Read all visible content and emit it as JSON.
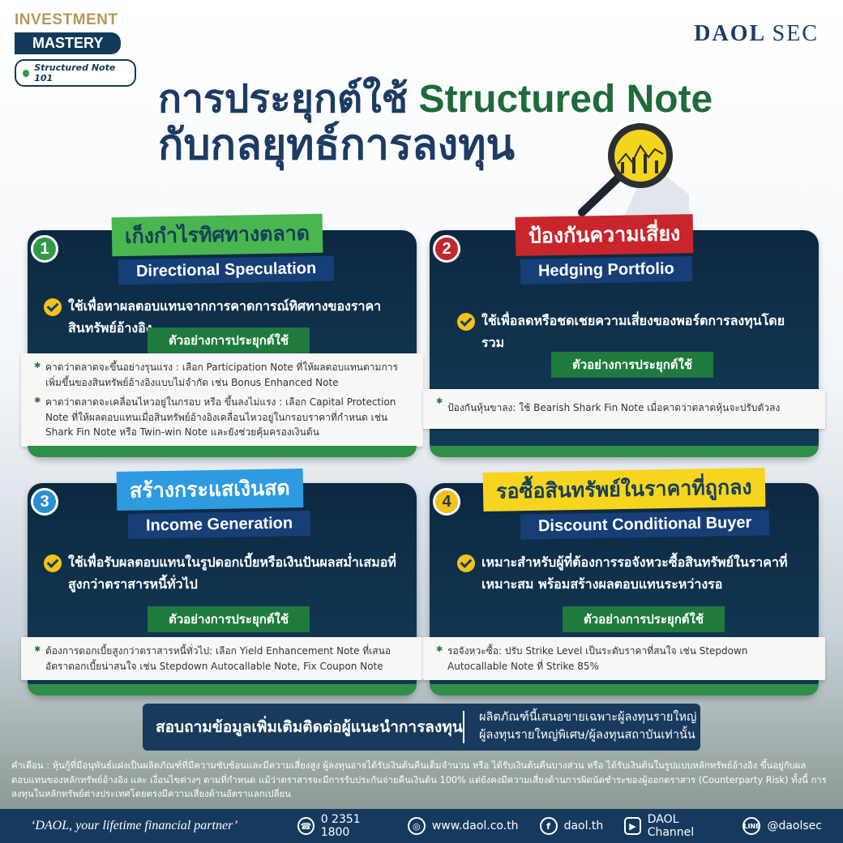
{
  "brand": {
    "investment": "INVESTMENT",
    "mastery": "MASTERY",
    "tag": "Structured Note 101",
    "logo_a": "DAOL",
    "logo_b": "SEC"
  },
  "title": {
    "line1_th": "การประยุกต์ใช้ ",
    "line1_en": "Structured Note",
    "line2": "กับกลยุทธ์การลงทุน"
  },
  "cards": [
    {
      "number": "1",
      "number_color": "#2e9b48",
      "title_th": "เก็งกำไรทิศทางตลาด",
      "title_th_bg": "#49b64f",
      "title_th_color": "#163f5a",
      "title_en": "Directional Speculation",
      "check_text": "ใช้เพื่อหาผลตอบแทนจากการคาดการณ์ทิศทางของราคาสินทรัพย์อ้างอิง",
      "example_label": "ตัวอย่างการประยุกต์ใช้",
      "items": [
        "คาดว่าตลาดจะขึ้นอย่างรุนแรง : เลือก Participation Note ที่ให้ผลตอบแทนตามการเพิ่มขึ้นของสินทรัพย์อ้างอิงแบบไม่จำกัด เช่น Bonus Enhanced Note",
        "คาดว่าตลาดจะเคลื่อนไหวอยู่ในกรอบ หรือ ขึ้นลงไม่แรง : เลือก Capital Protection Note ที่ให้ผลตอบแทนเมื่อสินทรัพย์อ้างอิงเคลื่อนไหวอยู่ในกรอบราคาที่กำหนด เช่น Shark Fin Note หรือ Twin-win Note และยังช่วยคุ้มครองเงินต้น"
      ]
    },
    {
      "number": "2",
      "number_color": "#c0282d",
      "title_th": "ป้องกันความเสี่ยง",
      "title_th_bg": "#c8262c",
      "title_th_color": "#ffffff",
      "title_en": "Hedging Portfolio",
      "check_text": "ใช้เพื่อลดหรือชดเชยความเสี่ยงของพอร์ตการลงทุนโดยรวม",
      "example_label": "ตัวอย่างการประยุกต์ใช้",
      "items": [
        "ป้องกันหุ้นขาลง: ใช้ Bearish Shark Fin Note เมื่อคาดว่าตลาดหุ้นจะปรับตัวลง"
      ]
    },
    {
      "number": "3",
      "number_color": "#2a8fd1",
      "title_th": "สร้างกระแสเงินสด",
      "title_th_bg": "#2e9be0",
      "title_th_color": "#ffffff",
      "title_en": "Income Generation",
      "check_text": "ใช้เพื่อรับผลตอบแทนในรูปดอกเบี้ยหรือเงินปันผลสม่ำเสมอที่สูงกว่าตราสารหนี้ทั่วไป",
      "example_label": "ตัวอย่างการประยุกต์ใช้",
      "items": [
        "ต้องการดอกเบี้ยสูงกว่าตราสารหนี้ทั่วไป: เลือก Yield Enhancement Note ที่เสนออัตราดอกเบี้ยน่าสนใจ เช่น Stepdown Autocallable Note, Fix Coupon Note"
      ]
    },
    {
      "number": "4",
      "number_color": "#f2c21b",
      "title_th": "รอซื้อสินทรัพย์ในราคาที่ถูกลง",
      "title_th_bg": "#f7d51e",
      "title_th_color": "#163f5a",
      "title_en": "Discount Conditional Buyer",
      "check_text": "เหมาะสำหรับผู้ที่ต้องการรอจังหวะซื้อสินทรัพย์ในราคาที่เหมาะสม พร้อมสร้างผลตอบแทนระหว่างรอ",
      "example_label": "ตัวอย่างการประยุกต์ใช้",
      "items": [
        "รอจังหวะซื้อ: ปรับ Strike Level เป็นระดับราคาที่สนใจ เช่น Stepdown Autocallable Note ที่ Strike 85%"
      ]
    }
  ],
  "contact": {
    "left": "สอบถามข้อมูลเพิ่มเติมติดต่อผู้แนะนำการลงทุน",
    "right_1": "ผลิตภัณฑ์นี้เสนอขายเฉพาะผู้ลงทุนรายใหญ่",
    "right_2": "ผู้ลงทุนรายใหญ่พิเศษ/ผู้ลงทุนสถาบันเท่านั้น"
  },
  "disclaimer": "คำเตือน : หุ้นกู้ที่มีอนุพันธ์แฝงเป็นผลิตภัณฑ์ที่มีความซับซ้อนและมีความเสี่ยงสูง ผู้ลงทุนอาจได้รับเงินต้นคืนเต็มจำนวน หรือ ได้รับเงินต้นคืนบางส่วน หรือ ได้รับเงินต้นในรูปแบบหลักทรัพย์อ้างอิง ขึ้นอยู่กับผลตอบแทนของหลักทรัพย์อ้างอิง และ เงื่อนไขต่างๆ ตามที่กำหนด แม้ว่าตราสารจะมีการรับประกันจ่ายคืนเงินต้น 100% แต่ยังคงมีความเสี่ยงด้านการผิดนัดชำระของผู้ออกตราสาร (Counterparty Risk) ทั้งนี้ การลงทุนในหลักทรัพย์ต่างประเทศโดยตรงมีความเสี่ยงด้านอัตราแลกเปลี่ยน",
  "footer": {
    "slogan": "‘DAOL, your lifetime financial partner’",
    "phone": "0 2351 1800",
    "website": "www.daol.co.th",
    "facebook": "daol.th",
    "youtube": "DAOL Channel",
    "line": "@daolsec"
  }
}
